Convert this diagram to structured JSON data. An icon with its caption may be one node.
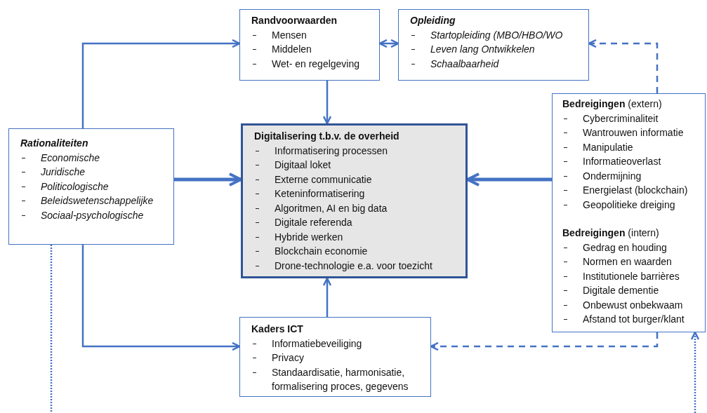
{
  "diagram": {
    "nodes": [
      {
        "text": [
          "Randvoorwaarden",
          "Mensen",
          "Middelen",
          "Wet- en regelgeving"
        ]
      },
      {
        "text": [
          "Opleiding",
          "Startopleiding (MBO/HBO/WO",
          "Leven lang Ontwikkelen",
          "Schaalbaarheid"
        ]
      },
      {
        "text": [
          "Rationaliteiten",
          "Economische",
          "Juridische",
          "Politicologische",
          "Beleidswetenschappelijke",
          "Sociaal-psychologische"
        ]
      },
      {
        "text": [
          "Digitalisering t.b.v. de overheid",
          "Informatisering processen",
          "Digitaal loket",
          "Externe communicatie",
          "Keteninformatisering",
          "Algoritmen, AI en big data",
          "Digitale referenda",
          "Hybride werken",
          "Blockchain economie",
          "Drone-technologie e.a. voor toezicht"
        ]
      },
      {
        "text": [
          "**Bedreigingen** (extern)",
          "Cybercriminaliteit",
          "Wantrouwen informatie",
          "Manipulatie",
          "Informatieoverlast",
          "Ondermijning",
          "Energielast (blockchain)",
          "Geopolitieke dreiging",
          "**Bedreigingen** (intern)",
          "Gedrag en houding",
          "Normen en waarden",
          "Institutionele barrières",
          "Digitale dementie",
          "Onbewust onbekwaam",
          "Afstand tot burger/klant"
        ]
      },
      {
        "text": [
          "Kaders ICT",
          "Informatiebeveiliging",
          "Privacy",
          "Standaardisatie, harmonisatie, formalisering proces, gegevens"
        ]
      }
    ],
    "edges": [
      {
        "from": 2,
        "to": 0,
        "arrow": "to"
      },
      {
        "from": 0,
        "to": 1,
        "arrow": "both"
      },
      {
        "from": 0,
        "to": 3,
        "arrow": "to"
      },
      {
        "from": 2,
        "to": 3,
        "arrow": "to",
        "style": "thick"
      },
      {
        "from": 4,
        "to": 3,
        "arrow": "to",
        "style": "thick"
      },
      {
        "from": 5,
        "to": 3,
        "arrow": "to"
      },
      {
        "from": 2,
        "to": 5,
        "arrow": "to"
      },
      {
        "from": 4,
        "to": 1,
        "arrow": "to",
        "style": "dashed"
      },
      {
        "from": 4,
        "to": 5,
        "arrow": "to",
        "style": "dashed"
      },
      {
        "from": 2,
        "to": null,
        "arrow": "none",
        "style": "dashed"
      },
      {
        "from": null,
        "to": 4,
        "arrow": "to",
        "style": "dashed"
      }
    ]
  }
}
